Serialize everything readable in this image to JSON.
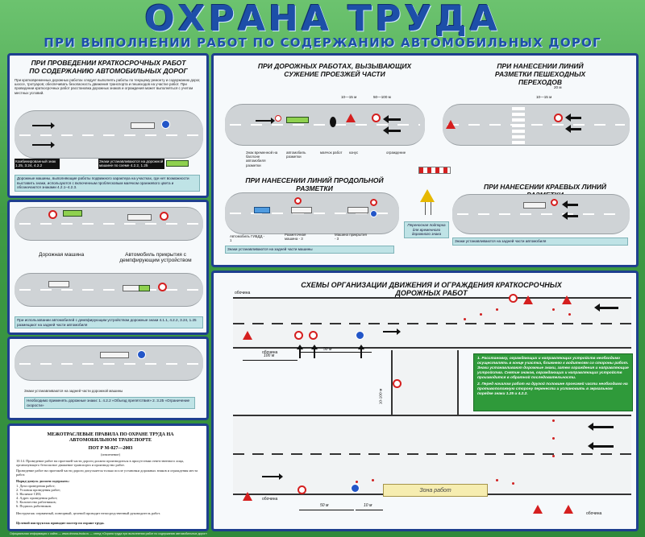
{
  "header": {
    "title": "ОХРАНА ТРУДА",
    "subtitle": "ПРИ ВЫПОЛНЕНИИ РАБОТ ПО СОДЕРЖАНИЮ АВТОМОБИЛЬНЫХ ДОРОГ"
  },
  "short_term": {
    "title": "ПРИ ПРОВЕДЕНИИ КРАТКОСРОЧНЫХ РАБОТ ПО СОДЕРЖАНИЮ АВТОМОБИЛЬНЫХ ДОРОГ",
    "intro": "При кратковременных дорожных работах следует выполнять работы по текущему ремонту и содержанию дорог, шоссе, тротуаров; обеспечивать безопасность движения транспорта и пешеходов на участке работ. При проведении краткосрочных работ расстановка дорожных знаков и ограждения может выполняться с учетом местных условий.",
    "note1": "Дорожные машины, выполняющие работы подвижного характера на участках, где нет возможности выставить знаки, используются с включенным проблесковым маячком оранжевого цвета и обозначаются знаками 4.2.1–4.2.3.",
    "label_machine": "Дорожная машина",
    "label_cover": "Автомобиль прикрытия с демпфирующим устройством",
    "note2": "При использовании автомобилей с демпфирующим устройством дорожные знаки 4.1.1, 4.2.2, 3.24, 1.25 размещают на задней части автомобиля",
    "note3": "Знаки устанавливаются на задней части дорожной машины",
    "note4": "Необходимо применять дорожные знаки: 1. 4.2.2 «Объезд препятствия» 2. 3.25 «Ограничение скорости»",
    "sign_plate_a": "Комбинированный знак 1.25, 3.24, 4.2.2",
    "sign_plate_b": "Знаки устанавливаются на дорожной машине по схеме 4.2.2, 1.25"
  },
  "road_narrowing": {
    "title": "ПРИ ДОРОЖНЫХ РАБОТАХ, ВЫЗЫВАЮЩИХ СУЖЕНИЕ ПРОЕЗЖЕЙ ЧАСТИ",
    "dist_a": "10—15 м",
    "dist_b": "50—100 м",
    "caption_a": "Знак временной на баллоне автомобиля разметки",
    "caption_b": "автомобиль разметки",
    "caption_c": "маячок работ",
    "caption_d": "конус",
    "caption_e": "ограждение"
  },
  "pedestrian": {
    "title": "ПРИ НАНЕСЕНИИ ЛИНИЙ РАЗМЕТКИ ПЕШЕХОДНЫХ ПЕРЕХОДОВ",
    "dist_a": "20 м",
    "dist_b": "10—15 м"
  },
  "longitudinal": {
    "title": "ПРИ НАНЕСЕНИИ ЛИНИЙ ПРОДОЛЬНОЙ РАЗМЕТКИ",
    "caption_a": "Автомобиль ГИБДД - 1",
    "caption_b": "Разметочная машина - 3",
    "caption_c": "Машина прикрытия - 3",
    "note": "Знаки устанавливаются на задней части машины",
    "portable_sign": "Переносная подпорка для временного дорожного знака"
  },
  "edge_lines": {
    "title": "ПРИ НАНЕСЕНИИ КРАЕВЫХ ЛИНИЙ РАЗМЕТКИ",
    "note": "Знаки устанавливаются на задней части автомобиля"
  },
  "schemes": {
    "title": "СХЕМЫ ОРГАНИЗАЦИИ ДВИЖЕНИЯ И ОГРАЖДЕНИЯ КРАТКОСРОЧНЫХ ДОРОЖНЫХ РАБОТ",
    "road_label": "обочина",
    "dist_100": "100 м",
    "dist_50": "50 м",
    "dist_10": "10 м",
    "dist_side": "10-100 м",
    "work_zone": "Зона работ",
    "rule1": "1. Расстановку, ограждающих и направляющих устройств необходимо осуществлять в конце участка, ближнего к водителям со стороны работ. Знаки устанавливают дорожные знаки, затем ограждения и направляющие устройства. Снятие знаков, ограждающих и направляющих устройств производится в обратной последовательности.",
    "rule2": "2. Перед началом работ на другой половине проезжей части необходимо на противоположную сторону перенести и установить в зеркальном порядке знаки 1.25 и 4.2.2."
  },
  "regulations": {
    "title": "МЕЖОТРАСЛЕВЫЕ ПРАВИЛА ПО ОХРАНЕ ТРУДА НА АВТОМОБИЛЬНОМ ТРАНСПОРТЕ",
    "code": "ПОТ Р М-027—2003",
    "sub": "(извлечение)",
    "p1": "10.14. Проведение работ на проезжей части дороги должно производиться в присутствии ответственного лица, организующего безопасное движение транспорта и производство работ.",
    "p2": "Проведение работ на проезжей части дороги допускается только после установки дорожных знаков и ограждения места работ.",
    "p3": "Наряд-допуск должен содержать:",
    "list": [
      "1. Дата проведения работ;",
      "2. Условия проведения работ;",
      "3. Наличие СИЗ;",
      "4. Адрес проведения работ;",
      "5. Количество работников;",
      "6. Подпись работников."
    ],
    "p4": "Инструктаж: первичный, повторный, целевой проводит непосредственный руководитель работ.",
    "p5": "Целевой инструктаж проводит мастер по охране труда."
  },
  "footer": "Официальная информация с сайта — www.ohrana-truda.ru — стенд «Охрана труда при выполнении работ по содержанию автомобильных дорог»"
}
